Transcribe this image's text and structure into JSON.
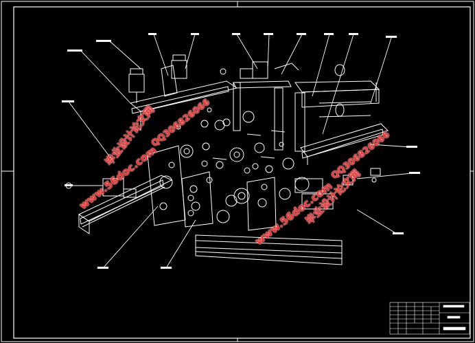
{
  "drawing": {
    "background": "#000000",
    "line_color": "#ffffff",
    "frame_color": "#ffffff"
  },
  "watermarks": {
    "color": "#ff2a2a",
    "left": {
      "site": "www.56doc.com",
      "qq": "QQ306826066",
      "brand": "毕业设计论文网"
    },
    "right": {
      "site": "www.56doc.com",
      "qq": "QQ306826066",
      "brand": "毕业设计论文网"
    }
  },
  "title_block": {
    "present": true
  }
}
